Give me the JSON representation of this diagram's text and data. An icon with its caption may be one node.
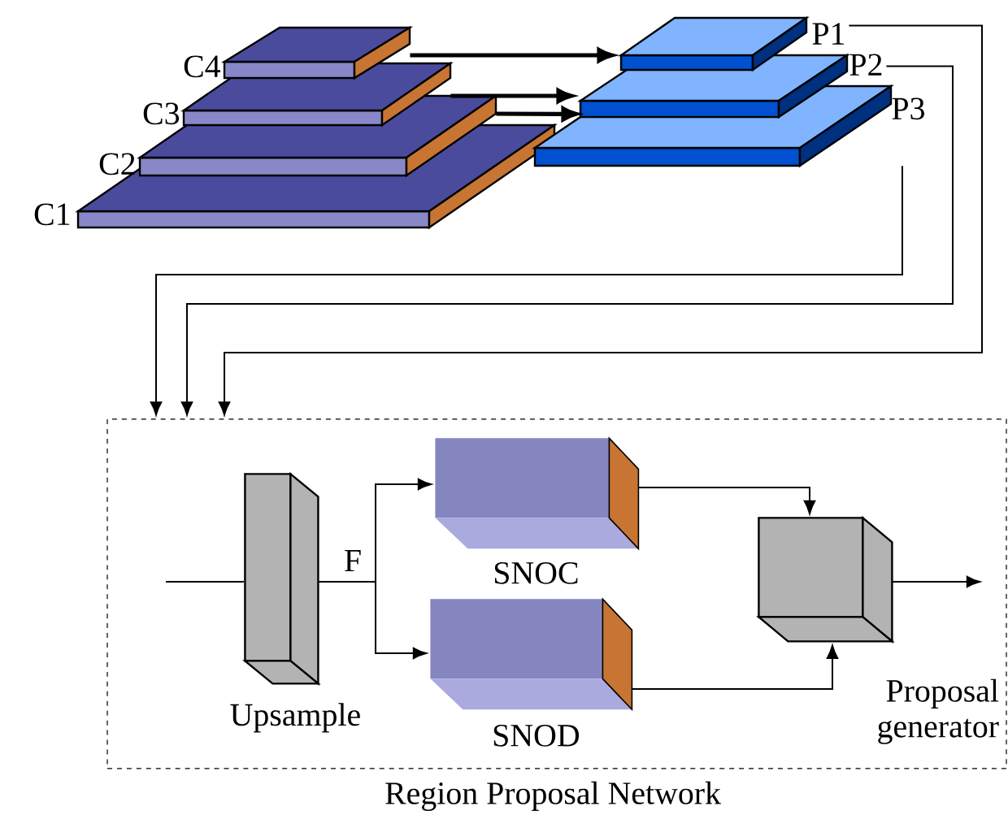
{
  "diagram": {
    "nodes": [
      {
        "text": [
          "C4"
        ]
      },
      {
        "text": [
          "C3"
        ]
      },
      {
        "text": [
          "C2"
        ]
      },
      {
        "text": [
          "C1"
        ]
      },
      {
        "text": [
          "P1"
        ]
      },
      {
        "text": [
          "P2"
        ]
      },
      {
        "text": [
          "P3"
        ]
      },
      {
        "text": [
          "Region Proposal Network"
        ]
      },
      {
        "text": [
          "Upsample"
        ],
        "in": 7
      },
      {
        "text": [
          "SNOC"
        ],
        "in": 7
      },
      {
        "text": [
          "SNOD"
        ],
        "in": 7
      },
      {
        "text": [
          "Proposal generator"
        ],
        "in": 7
      }
    ],
    "edges": [
      {
        "from": 0,
        "to": 4,
        "arrow": "to",
        "style": "thick"
      },
      {
        "from": 1,
        "to": 5,
        "arrow": "to",
        "style": "thick"
      },
      {
        "from": 2,
        "to": 6,
        "arrow": "to",
        "style": "thick"
      },
      {
        "from": 4,
        "to": 7,
        "arrow": "to"
      },
      {
        "from": 5,
        "to": 7,
        "arrow": "to"
      },
      {
        "from": 6,
        "to": 7,
        "arrow": "to"
      },
      {
        "from": null,
        "to": 8,
        "arrow": "none"
      },
      {
        "from": 8,
        "to": 9,
        "arrow": "to",
        "label": "F"
      },
      {
        "from": 8,
        "to": 10,
        "arrow": "to"
      },
      {
        "from": 9,
        "to": 11,
        "arrow": "to"
      },
      {
        "from": 10,
        "to": 11,
        "arrow": "to"
      },
      {
        "from": 11,
        "to": null,
        "arrow": "to"
      }
    ]
  }
}
